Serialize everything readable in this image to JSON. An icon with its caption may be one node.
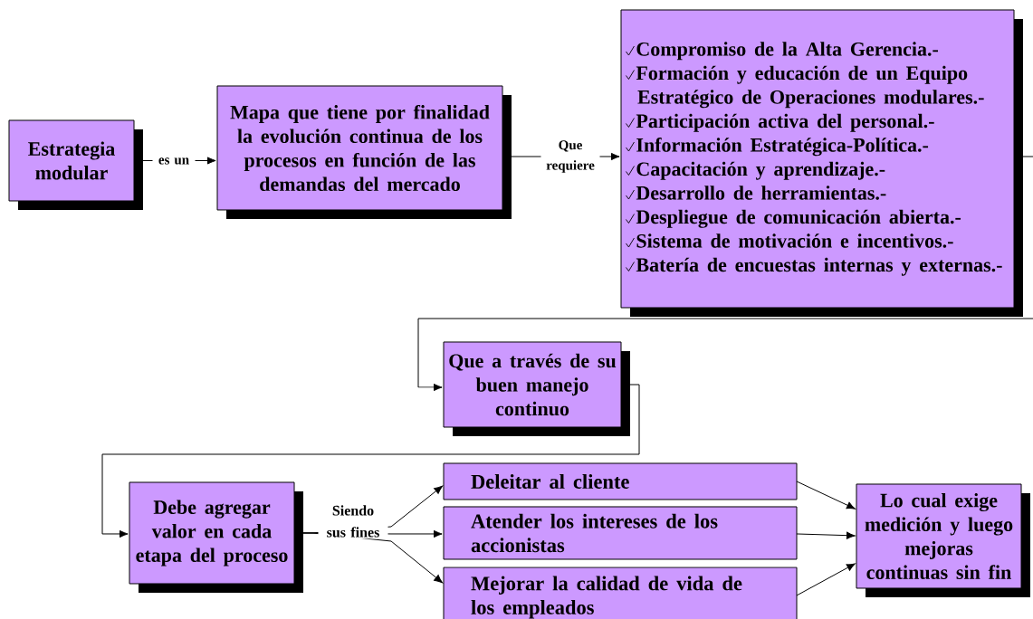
{
  "diagram": {
    "nodes": [
      {
        "text": [
          "Estrategia modular"
        ]
      },
      {
        "text": [
          "Mapa que tiene por finalidad la evolución continua de los procesos en función de las demandas del mercado"
        ]
      },
      {
        "text": [
          "Compromiso de la Alta Gerencia.-",
          "Formación y educación de un Equipo Estratégico de Operaciones modulares.-",
          "Participación activa del personal.-",
          "Información Estratégica-Política.-",
          "Capacitación y aprendizaje.-",
          "Desarrollo de herramientas.-",
          "Despliegue de comunicación abierta.-",
          "Sistema de motivación e incentivos.-",
          "Batería de encuestas internas y externas.-"
        ]
      },
      {
        "text": [
          "Que a través de su buen manejo continuo"
        ]
      },
      {
        "text": [
          "Debe agregar valor en cada etapa del proceso"
        ]
      },
      {
        "text": [
          "Deleitar al cliente"
        ]
      },
      {
        "text": [
          "Atender los intereses de los accionistas"
        ]
      },
      {
        "text": [
          "Mejorar la calidad de vida de los empleados"
        ]
      },
      {
        "text": [
          "Lo cual exige medición y luego mejoras continuas sin fin"
        ]
      }
    ],
    "edges": [
      {
        "from": 0,
        "to": 1,
        "arrow": "to",
        "label": "es un"
      },
      {
        "from": 1,
        "to": 2,
        "arrow": "to",
        "label": "Que requiere"
      },
      {
        "from": 2,
        "to": 3,
        "arrow": "to"
      },
      {
        "from": 3,
        "to": 4,
        "arrow": "to"
      },
      {
        "from": 4,
        "to": 5,
        "arrow": "to"
      },
      {
        "from": 4,
        "to": 6,
        "arrow": "to",
        "label": "Siendo sus fines"
      },
      {
        "from": 4,
        "to": 7,
        "arrow": "to"
      },
      {
        "from": 5,
        "to": 8,
        "arrow": "to"
      },
      {
        "from": 6,
        "to": 8,
        "arrow": "to"
      },
      {
        "from": 7,
        "to": 8,
        "arrow": "to"
      }
    ]
  }
}
